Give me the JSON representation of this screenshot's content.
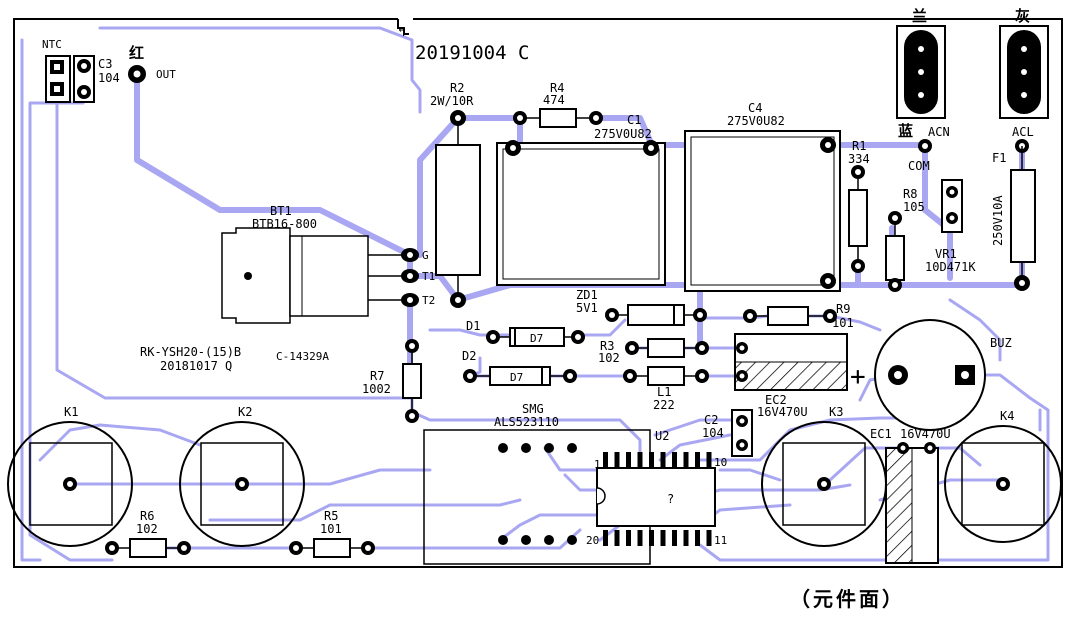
{
  "board": {
    "date_code": "20191004 C",
    "caption": "（元件面）",
    "colors": {
      "trace": "#a9a7f2",
      "silk": "#000000",
      "background": "#ffffff"
    }
  },
  "labels": {
    "ntc": "NTC",
    "c3_ref": "C3",
    "c3_val": "104",
    "red": "红",
    "out": "OUT",
    "bt1_ref": "BT1",
    "bt1_val": "BTB16-800",
    "pin_g": "G",
    "pin_t1": "T1",
    "pin_t2": "T2",
    "module_name": "RK-YSH20-(15)B",
    "module_code": "C-14329A",
    "module_date": "20181017 Q",
    "r7_ref": "R7",
    "r7_val": "1002",
    "r2_ref": "R2",
    "r2_val": "2W/10R",
    "r4_ref": "R4",
    "r4_val": "474",
    "c1_ref": "C1",
    "c1_val": "275V0U82",
    "c4_ref": "C4",
    "c4_val": "275V0U82",
    "r1_ref": "R1",
    "r1_val": "334",
    "r8_ref": "R8",
    "r8_val": "105",
    "lan": "兰",
    "hui": "灰",
    "blue": "蓝",
    "acn": "ACN",
    "acl": "ACL",
    "com": "COM",
    "f1_ref": "F1",
    "f1_val": "250V10A",
    "vr1_ref": "VR1",
    "vr1_val": "10D471K",
    "zd1_ref": "ZD1",
    "zd1_val": "5V1",
    "r9_ref": "R9",
    "r9_val": "101",
    "d1_ref": "D1",
    "d2_ref": "D2",
    "d_body": "D7",
    "r3_ref": "R3",
    "r3_val": "102",
    "l1_ref": "L1",
    "l1_val": "222",
    "ec2_ref": "EC2",
    "ec2_val": "16V470U",
    "buz": "BUZ",
    "plus": "+",
    "smg_ref": "SMG",
    "smg_val": "ALS523110",
    "u2_ref": "U2",
    "u2_body": "?",
    "u2_pin1": "1",
    "u2_pin10": "10",
    "u2_pin11": "11",
    "u2_pin20": "20",
    "c2_ref": "C2",
    "c2_val": "104",
    "k1": "K1",
    "k2": "K2",
    "k3": "K3",
    "k4": "K4",
    "ec1_ref": "EC1",
    "ec1_val": "16V470U",
    "r6_ref": "R6",
    "r6_val": "102",
    "r5_ref": "R5",
    "r5_val": "101"
  }
}
